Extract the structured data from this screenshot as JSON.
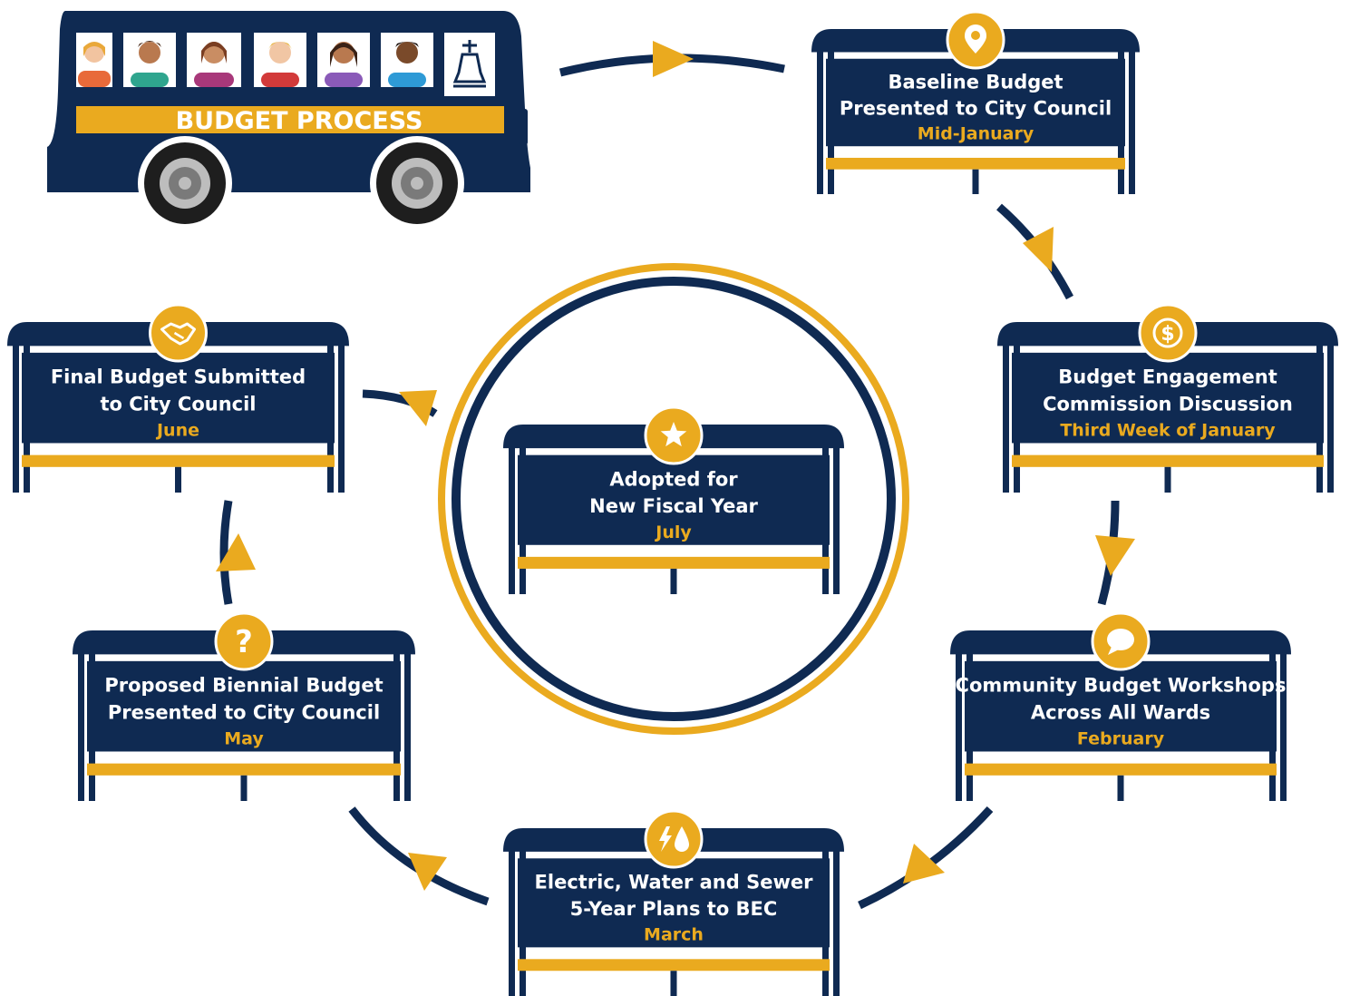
{
  "colors": {
    "navy": "#0F2A52",
    "gold": "#EAAA1F",
    "white": "#FFFFFF"
  },
  "bus": {
    "label": "BUDGET PROCESS",
    "logo_icon": "liberty-bell-icon"
  },
  "stations": [
    {
      "id": "baseline",
      "icon": "map-pin-icon",
      "line1": "Baseline Budget",
      "line2": "Presented to City Council",
      "date": "Mid-January"
    },
    {
      "id": "engagement",
      "icon": "dollar-icon",
      "line1": "Budget Engagement",
      "line2": "Commission Discussion",
      "date": "Third Week of January"
    },
    {
      "id": "workshops",
      "icon": "chat-bubble-icon",
      "line1": "Community Budget Workshops",
      "line2": "Across All Wards",
      "date": "February"
    },
    {
      "id": "utilities",
      "icon": "lightning-water-icon",
      "line1": "Electric, Water and Sewer",
      "line2": "5-Year Plans to BEC",
      "date": "March"
    },
    {
      "id": "proposed",
      "icon": "question-icon",
      "line1": "Proposed Biennial Budget",
      "line2": "Presented to City Council",
      "date": "May"
    },
    {
      "id": "final",
      "icon": "handshake-icon",
      "line1": "Final Budget Submitted",
      "line2": "to City Council",
      "date": "June"
    },
    {
      "id": "adopted",
      "icon": "star-icon",
      "line1": "Adopted for",
      "line2": "New Fiscal Year",
      "date": "July"
    }
  ]
}
